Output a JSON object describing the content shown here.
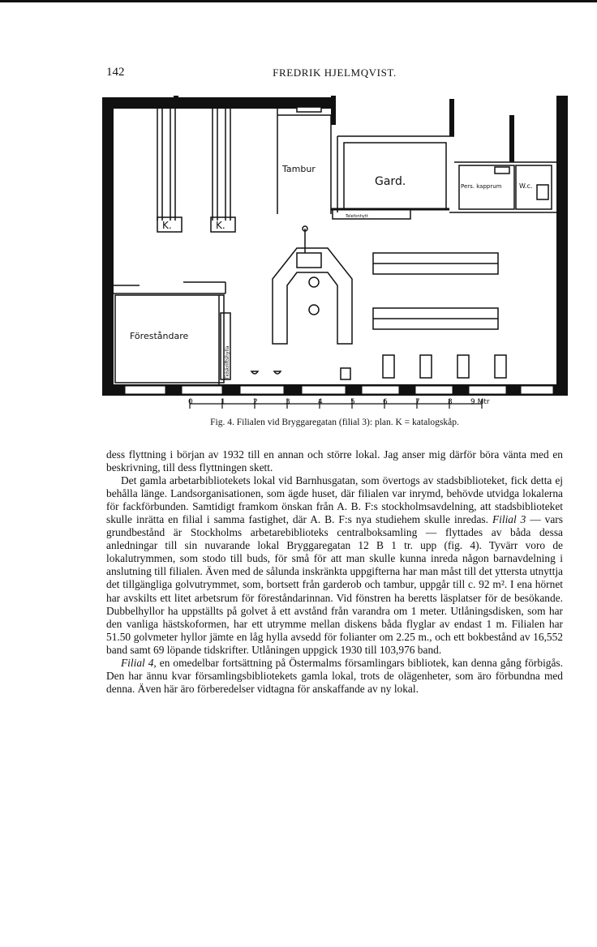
{
  "header": {
    "page_number": "142",
    "running_head": "FREDRIK HJELMQVIST."
  },
  "plan": {
    "labels": {
      "tambur": "Tambur",
      "gard": "Gard.",
      "telefonhytt": "Telefonhytt",
      "pers_kapprum": "Pers. kapprum",
      "wc": "W.c.",
      "k1": "K.",
      "k2": "K.",
      "forestandare": "Föreståndare",
      "tidskriftshylla": "Tidskriftshylla"
    },
    "scale": {
      "ticks": [
        "0",
        "1",
        "2",
        "3",
        "4",
        "5",
        "6",
        "7",
        "8",
        "9 Mtr"
      ]
    }
  },
  "caption": {
    "fig_label": "Fig. 4.",
    "text": "Filialen vid Bryggaregatan (filial 3): plan. K = katalogskåp."
  },
  "body": {
    "p1": "dess flyttning i början av 1932 till en annan och större lokal. Jag anser mig därför böra vänta med en beskrivning, till dess flyttningen skett.",
    "p2a": "Det gamla arbetarbibliotekets lokal vid Barnhusgatan, som övertogs av stadsbiblioteket, fick detta ej behålla länge. Landsorganisationen, som ägde huset, där filialen var inrymd, behövde utvidga lokalerna för fackförbunden. Samtidigt framkom önskan från A. B. F:s stockholmsavdelning, att stadsbiblioteket skulle inrätta en filial i samma fastighet, där A. B. F:s nya studiehem skulle inredas.",
    "p2_filial": "Filial 3",
    "p2b": "— vars grundbestånd är Stockholms arbetarebiblioteks centralboksamling — flyttades av båda dessa anledningar till sin nuvarande lokal Bryggaregatan 12 B 1 tr. upp (fig. 4). Tyvärr voro de lokalutrymmen, som stodo till buds, för små för att man skulle kunna inreda någon barnavdelning i anslutning till filialen. Även med de sålunda inskränkta uppgifterna har man måst till det yttersta utnyttja det tillgängliga golvutrymmet, som, bortsett från garderob och tambur, uppgår till c. 92 m². I ena hörnet har avskilts ett litet arbetsrum för föreståndarinnan. Vid fönstren ha beretts läsplatser för de besökande. Dubbelhyllor ha uppställts på golvet å ett avstånd från varandra om 1 meter. Utlåningsdisken, som har den vanliga hästskoformen, har ett utrymme mellan diskens båda flyglar av endast 1 m. Filialen har 51.50 golvmeter hyllor jämte en låg hylla avsedd för folianter om 2.25 m., och ett bokbestånd av 16,552 band samt 69 löpande tidskrifter. Utlåningen uppgick 1930 till 103,976 band.",
    "p3_filial": "Filial 4,",
    "p3b": "en omedelbar fortsättning på Östermalms församlingars bibliotek, kan denna gång förbigås. Den har ännu kvar församlingsbibliotekets gamla lokal, trots de olägenheter, som äro förbundna med denna. Även här äro förberedelser vidtagna för anskaffande av ny lokal."
  }
}
